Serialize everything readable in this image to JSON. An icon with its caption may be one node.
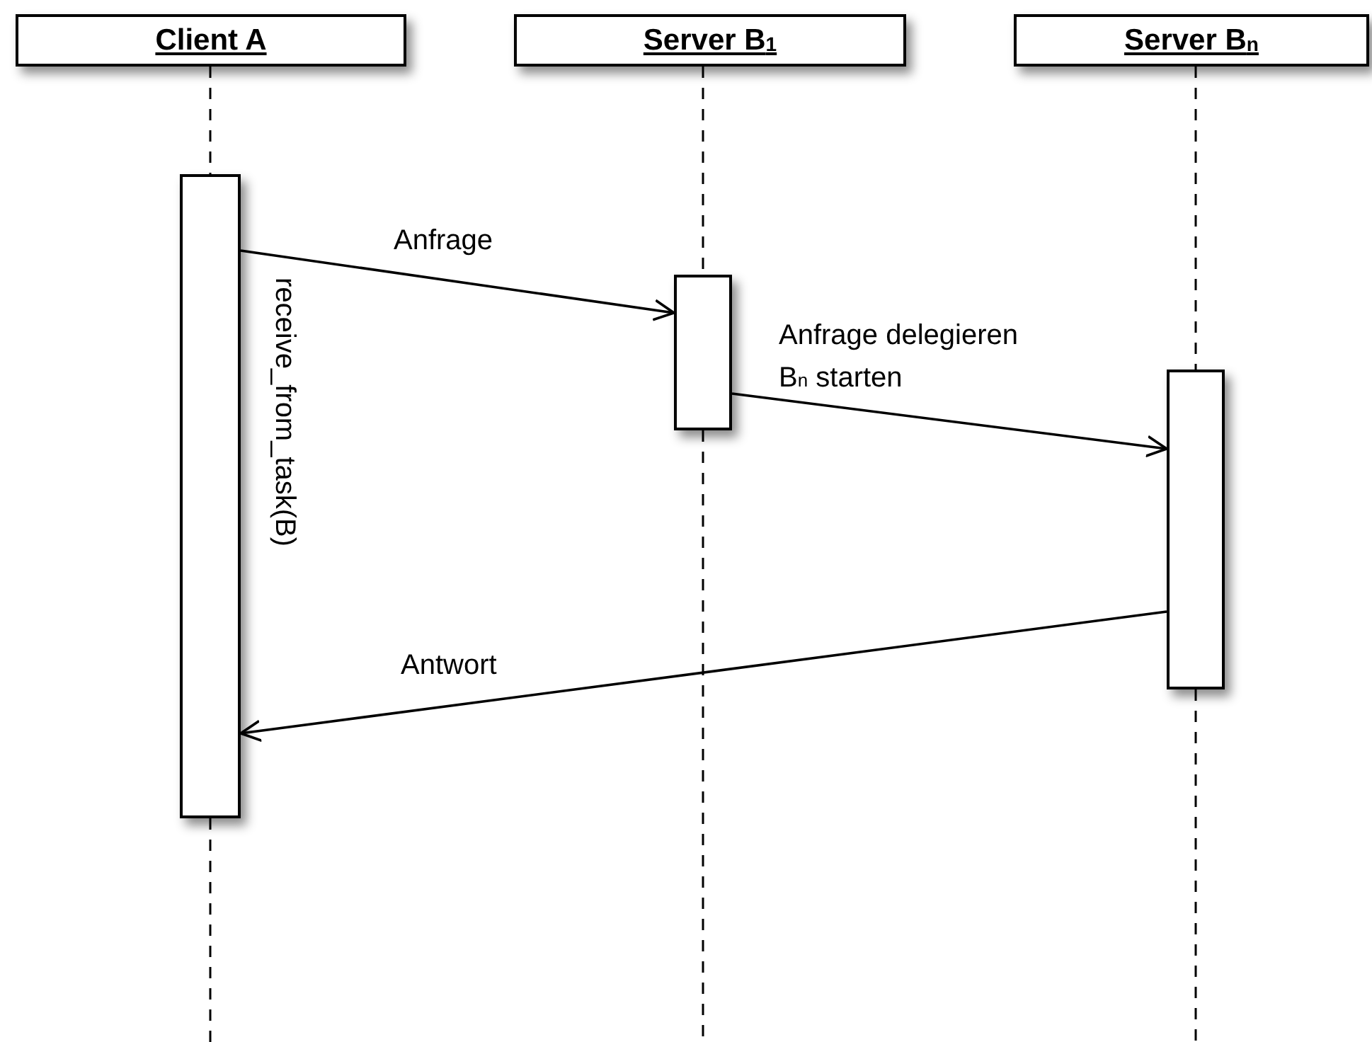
{
  "diagram": {
    "nodes": [
      {
        "text": [
          "Client A"
        ]
      },
      {
        "text": [
          "Server B$_{1}$"
        ]
      },
      {
        "text": [
          "Server B$_{n}$"
        ]
      },
      {
        "text": [],
        "shape": "box",
        "beside": [
          "receive_from_task(B)"
        ]
      },
      {
        "text": [],
        "shape": "box"
      },
      {
        "text": [],
        "shape": "box"
      }
    ],
    "edges": [
      {
        "from": 0,
        "to": 3,
        "arrow": "none",
        "style": "dashed"
      },
      {
        "from": 3,
        "to": null,
        "arrow": "none",
        "style": "dashed"
      },
      {
        "from": 1,
        "to": 4,
        "arrow": "none",
        "style": "dashed"
      },
      {
        "from": 4,
        "to": null,
        "arrow": "none",
        "style": "dashed"
      },
      {
        "from": 2,
        "to": 5,
        "arrow": "none",
        "style": "dashed"
      },
      {
        "from": 5,
        "to": null,
        "arrow": "none",
        "style": "dashed"
      },
      {
        "from": 3,
        "to": 4,
        "arrow": "to",
        "label": "Anfrage"
      },
      {
        "from": 4,
        "to": 5,
        "arrow": "to",
        "label": "Anfrage delegieren B$_{n}$ starten"
      },
      {
        "from": 5,
        "to": 3,
        "arrow": "to",
        "label": "Antwort"
      }
    ]
  }
}
